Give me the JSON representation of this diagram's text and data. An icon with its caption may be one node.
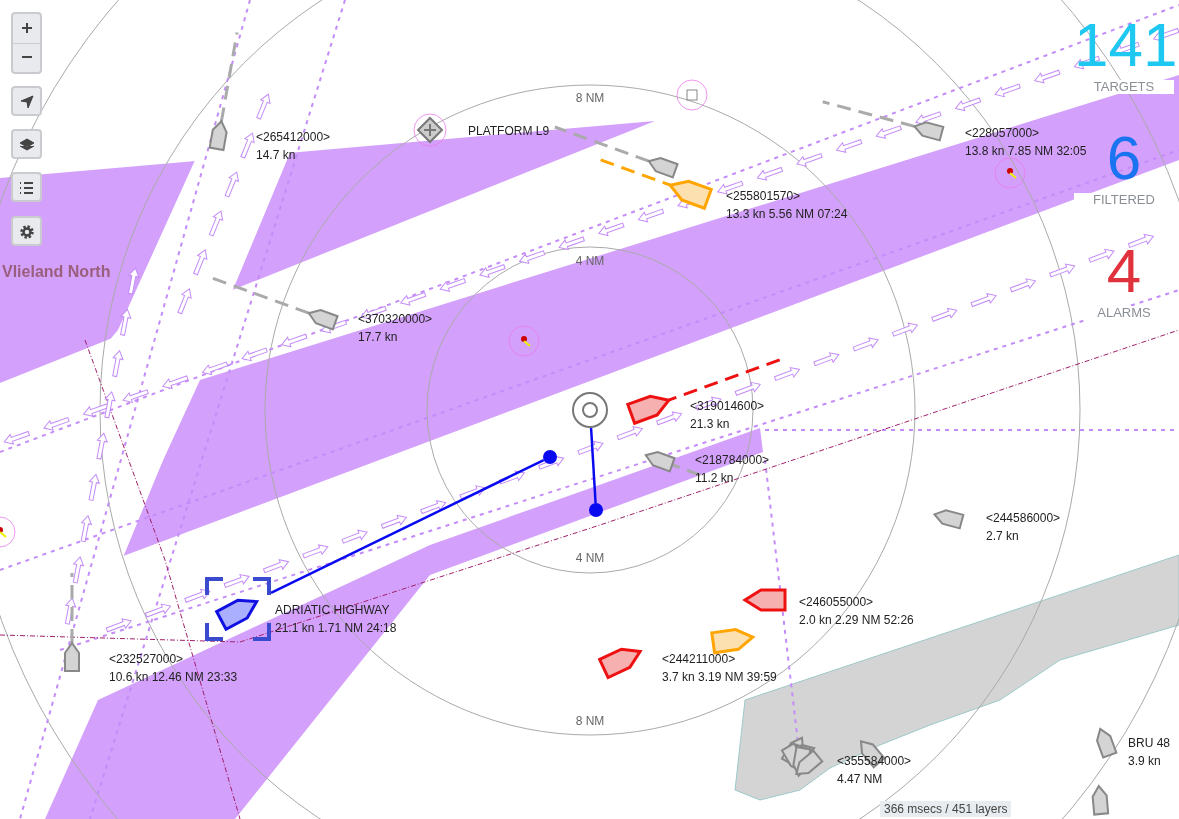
{
  "diagram": {
    "nodes": [
      {
        "text": [],
        "shape": "circle"
      },
      {
        "text": [],
        "shape": "circle"
      },
      {
        "text": [],
        "shape": "circle"
      },
      {
        "text": [],
        "shape": "ship",
        "beside": [
          "ADRIATIC HIGHWAY",
          "21.1 kn 1.71 NM 24:18"
        ]
      }
    ],
    "edges": [
      {
        "from": 0,
        "to": 2,
        "arrow": "none"
      },
      {
        "from": 3,
        "to": 1,
        "arrow": "none"
      }
    ],
    "labels": [
      "<265412000>",
      "14.7 kn",
      "PLATFORM L9",
      "8 NM",
      "141",
      "<228057000>",
      "13.8 kn 7.85 NM 32:05",
      "TARGETS",
      "<255801570>",
      "13.3 kn 5.56 NM 07:24",
      "6",
      "FILTERED",
      "4 NM",
      "Vlieland North",
      "4",
      "ALARMS",
      "<370320000>",
      "17.7 kn",
      "<319014600>",
      "21.3 kn",
      "<218784000>",
      "11.2 kn",
      "<244586000>",
      "2.7 kn",
      "4 NM",
      "<246055000>",
      "2.0 kn 2.29 NM 52:26",
      "<232527000>",
      "10.6 kn 12.46 NM 23:33",
      "<244211000>",
      "3.7 kn 3.19 NM 39:59",
      "8 NM",
      "BRU 48",
      "3.9 kn",
      "<355584000>",
      "4.47 NM",
      "366 msecs / 451 layers"
    ]
  }
}
